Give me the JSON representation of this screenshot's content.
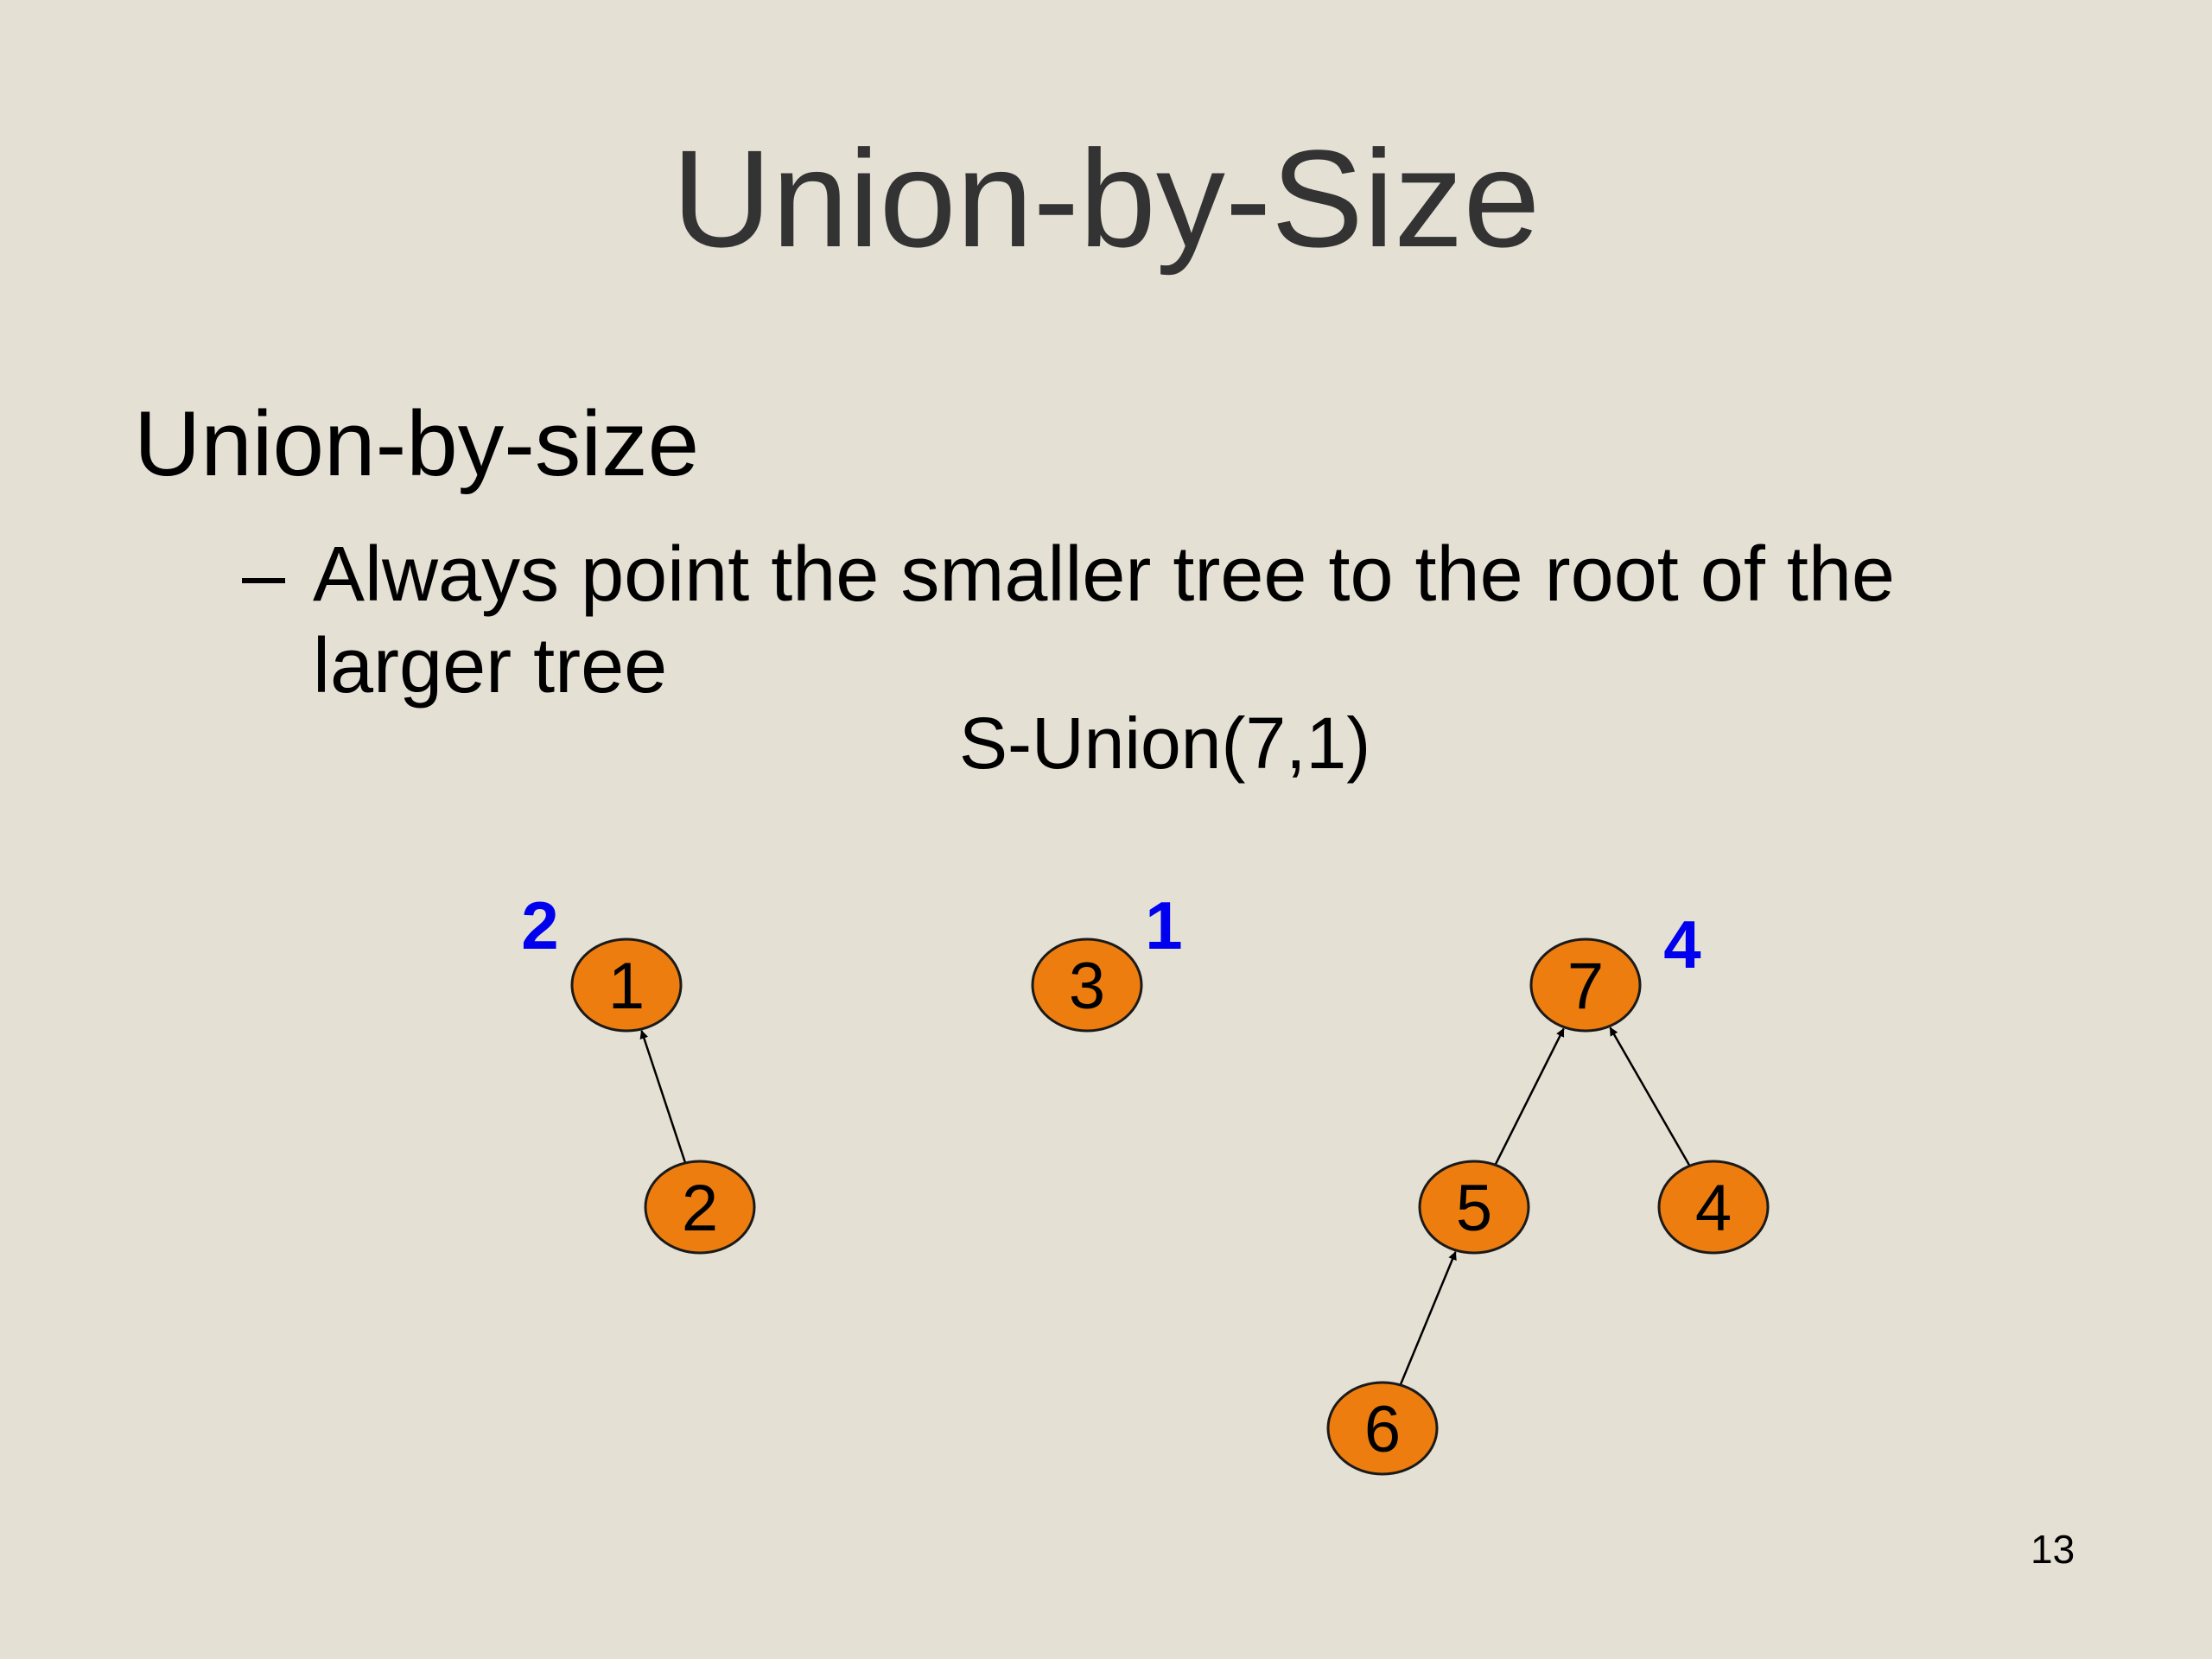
{
  "slide": {
    "title": "Union-by-Size",
    "bullet": "Union-by-size",
    "sub_bullet_dash": "–",
    "sub_bullet": "Always point the smaller tree to the root of the larger tree",
    "operation": "S-Union(7,1)",
    "page_number": "13"
  },
  "diagram": {
    "node_fill": "#ee7d10",
    "size_label_color": "#0000ee",
    "nodes": [
      {
        "id": "n1",
        "label": "1"
      },
      {
        "id": "n2",
        "label": "2"
      },
      {
        "id": "n3",
        "label": "3"
      },
      {
        "id": "n7",
        "label": "7"
      },
      {
        "id": "n5",
        "label": "5"
      },
      {
        "id": "n4",
        "label": "4"
      },
      {
        "id": "n6",
        "label": "6"
      }
    ],
    "edges": [
      {
        "from": "n2",
        "to": "n1"
      },
      {
        "from": "n5",
        "to": "n7"
      },
      {
        "from": "n4",
        "to": "n7"
      },
      {
        "from": "n6",
        "to": "n5"
      }
    ],
    "tree_sizes": [
      {
        "root": "n1",
        "size": "2"
      },
      {
        "root": "n3",
        "size": "1"
      },
      {
        "root": "n7",
        "size": "4"
      }
    ]
  }
}
